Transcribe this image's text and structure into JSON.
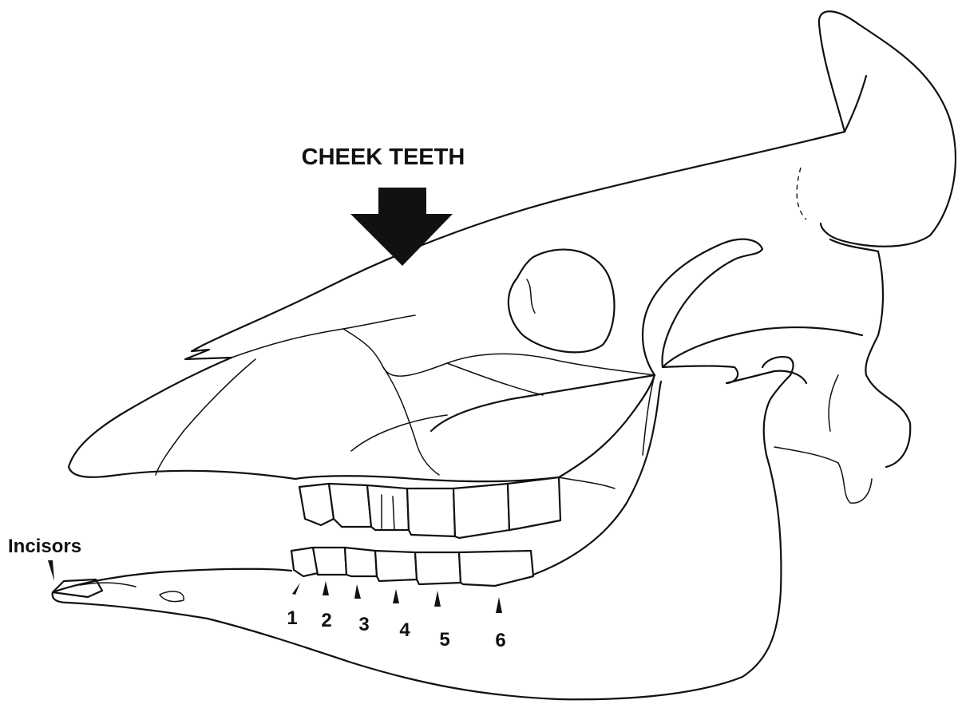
{
  "diagram": {
    "heading": "CHEEK TEETH",
    "incisors_label": "Incisors",
    "tooth_numbers": [
      "1",
      "2",
      "3",
      "4",
      "5",
      "6"
    ]
  }
}
